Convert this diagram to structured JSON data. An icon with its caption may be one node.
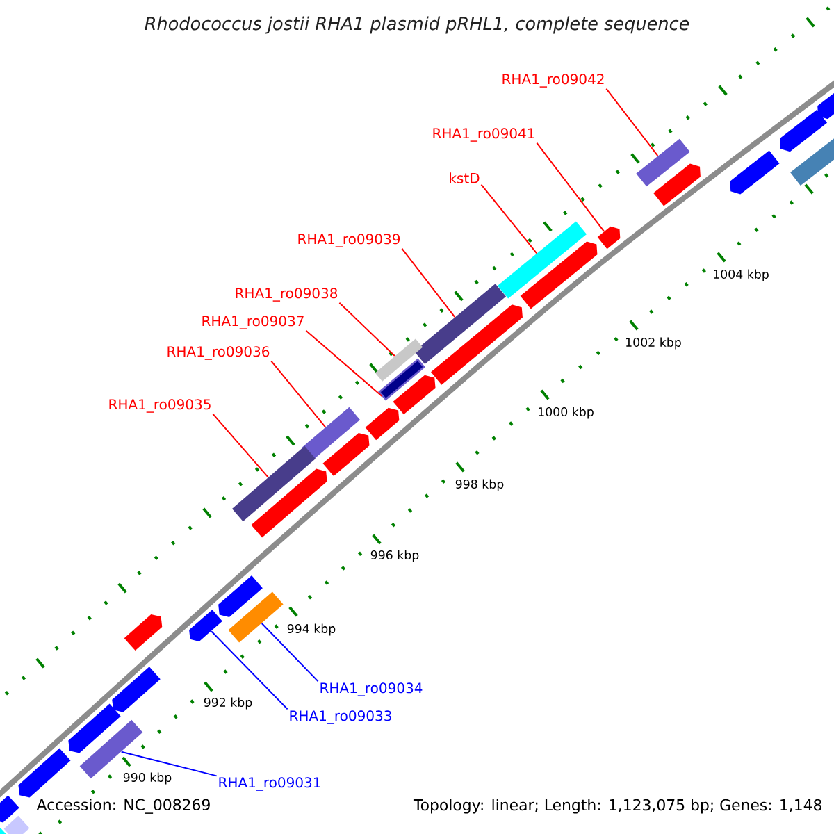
{
  "diagram": {
    "title": "Rhodococcus jostii RHA1 plasmid pRHL1, complete sequence",
    "nodes": [
      {
        "text": [
          "RHA1_ro09042"
        ]
      },
      {
        "text": [],
        "shape": "bar"
      },
      {
        "text": [
          "RHA1_ro09041"
        ]
      },
      {
        "text": [],
        "shape": "bar"
      },
      {
        "text": [
          "kstD"
        ]
      },
      {
        "text": [],
        "shape": "bar"
      },
      {
        "text": [
          "RHA1_ro09039"
        ]
      },
      {
        "text": [],
        "shape": "bar"
      },
      {
        "text": [
          "RHA1_ro09038"
        ]
      },
      {
        "text": [],
        "shape": "bar"
      },
      {
        "text": [
          "RHA1_ro09037"
        ]
      },
      {
        "text": [],
        "shape": "bar"
      },
      {
        "text": [
          "RHA1_ro09036"
        ]
      },
      {
        "text": [],
        "shape": "bar"
      },
      {
        "text": [
          "RHA1_ro09035"
        ]
      },
      {
        "text": [],
        "shape": "bar"
      },
      {
        "text": [
          "RHA1_ro09034"
        ]
      },
      {
        "text": [],
        "shape": "bar"
      },
      {
        "text": [
          "RHA1_ro09033"
        ]
      },
      {
        "text": [],
        "shape": "bar"
      },
      {
        "text": [
          "RHA1_ro09031"
        ]
      },
      {
        "text": [],
        "shape": "bar"
      },
      {
        "text": [],
        "shape": "bar"
      },
      {
        "text": [],
        "shape": "bar"
      },
      {
        "text": [],
        "shape": "bar"
      },
      {
        "text": [],
        "shape": "bar"
      },
      {
        "text": [],
        "shape": "bar"
      },
      {
        "text": [],
        "shape": "bar"
      },
      {
        "text": [],
        "shape": "bar"
      },
      {
        "text": [],
        "shape": "bar"
      },
      {
        "text": [],
        "shape": "bar"
      },
      {
        "text": [],
        "shape": "bar"
      },
      {
        "text": [],
        "shape": "bar"
      },
      {
        "text": [],
        "shape": "bar"
      },
      {
        "text": [],
        "shape": "bar"
      },
      {
        "text": [],
        "shape": "bar"
      },
      {
        "text": [],
        "shape": "bar"
      },
      {
        "text": [],
        "shape": "bar"
      },
      {
        "text": [],
        "shape": "bar"
      },
      {
        "text": [],
        "shape": "bar"
      },
      {
        "text": [],
        "shape": "bar"
      }
    ],
    "edges": [
      {
        "from": 0,
        "to": 1,
        "arrow": "none"
      },
      {
        "from": 2,
        "to": 3,
        "arrow": "none"
      },
      {
        "from": 4,
        "to": 5,
        "arrow": "none"
      },
      {
        "from": 6,
        "to": 7,
        "arrow": "none"
      },
      {
        "from": 8,
        "to": 9,
        "arrow": "none"
      },
      {
        "from": 10,
        "to": 11,
        "arrow": "none"
      },
      {
        "from": 12,
        "to": 13,
        "arrow": "none"
      },
      {
        "from": 14,
        "to": 15,
        "arrow": "none"
      },
      {
        "from": 16,
        "to": 17,
        "arrow": "none",
        "color": "#0000ff"
      },
      {
        "from": 18,
        "to": 19,
        "arrow": "none",
        "color": "#0000ff"
      },
      {
        "from": 20,
        "to": 21,
        "arrow": "none",
        "color": "#0000ff"
      }
    ],
    "labels": [
      "1004 kbp",
      "1002 kbp",
      "1000 kbp",
      "998 kbp",
      "996 kbp",
      "994 kbp",
      "992 kbp",
      "990 kbp",
      "Accession: NC_008269",
      "Topology: linear; Length: 1,123,075 bp; Genes: 1,148"
    ]
  }
}
